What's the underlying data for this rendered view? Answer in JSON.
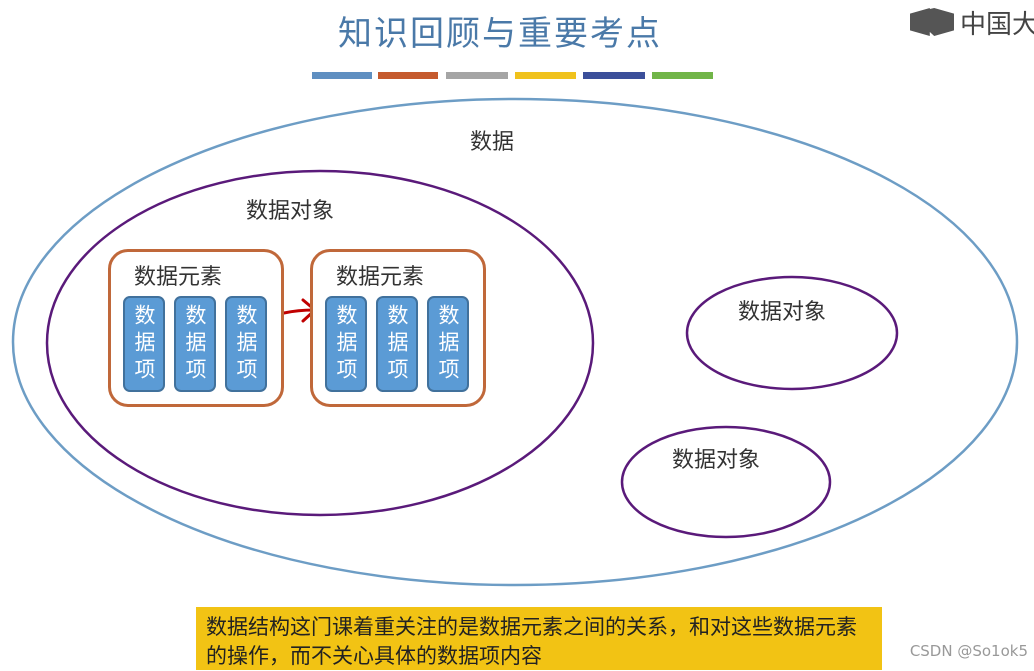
{
  "header": {
    "title": "知识回顾与重要考点",
    "logo_text": "中国大",
    "color_bars": [
      "#5f8fc1",
      "#c55a2d",
      "#a5a5a5",
      "#f0c21c",
      "#3b4f9a",
      "#71b548"
    ]
  },
  "diagram": {
    "outer_label": "数据",
    "big_object_label": "数据对象",
    "small_object_1_label": "数据对象",
    "small_object_2_label": "数据对象",
    "element_1": {
      "label": "数据元素",
      "items": [
        "数据项",
        "数据项",
        "数据项"
      ]
    },
    "element_2": {
      "label": "数据元素",
      "items": [
        "数据项",
        "数据项",
        "数据项"
      ]
    }
  },
  "note": {
    "text": "数据结构这门课着重关注的是数据元素之间的关系，和对这些数据元素的操作，而不关心具体的数据项内容"
  },
  "watermark": "CSDN @So1ok5",
  "colors": {
    "outer_ellipse": "#6d9dc5",
    "object_ellipse": "#5a1a7a",
    "element_border": "#c0683a",
    "item_fill": "#5b9bd5",
    "arrow": "#c00000",
    "note_bg": "#f2c314"
  }
}
